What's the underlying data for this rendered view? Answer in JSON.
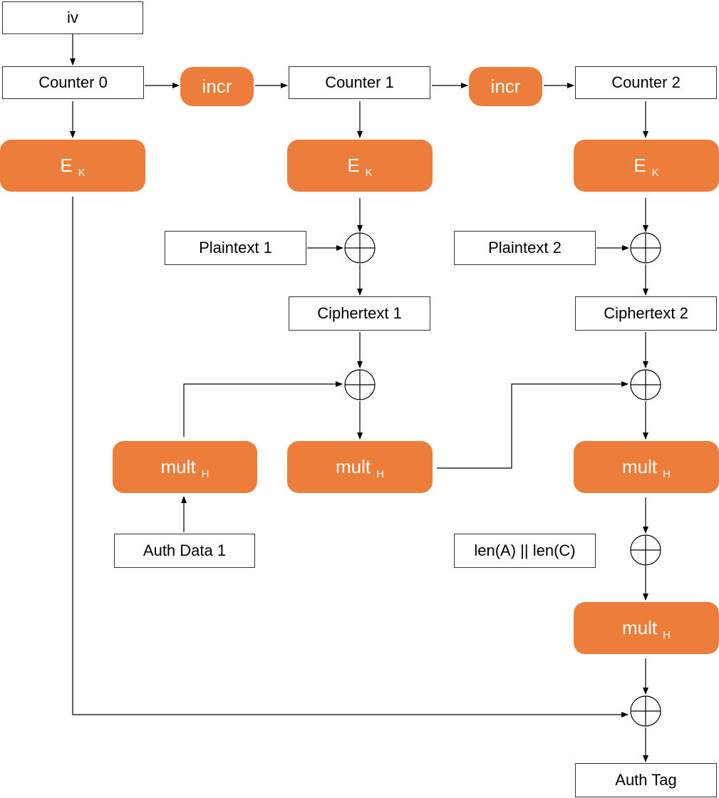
{
  "colors": {
    "accent": "#ED7D3A",
    "line": "#000000",
    "box_border": "#333333"
  },
  "nodes": {
    "iv": "iv",
    "counter0": "Counter 0",
    "counter1": "Counter 1",
    "counter2": "Counter 2",
    "incr": "incr",
    "encrypt": {
      "main": "E",
      "sub": "K"
    },
    "mult": {
      "main": "mult",
      "sub": "H"
    },
    "plaintext1": "Plaintext 1",
    "plaintext2": "Plaintext 2",
    "ciphertext1": "Ciphertext 1",
    "ciphertext2": "Ciphertext 2",
    "auth_data1": "Auth Data 1",
    "len": "len(A) || len(C)",
    "auth_tag": "Auth Tag"
  },
  "icons": {
    "xor": "xor-circle-plus-icon",
    "arrow": "arrowhead"
  }
}
